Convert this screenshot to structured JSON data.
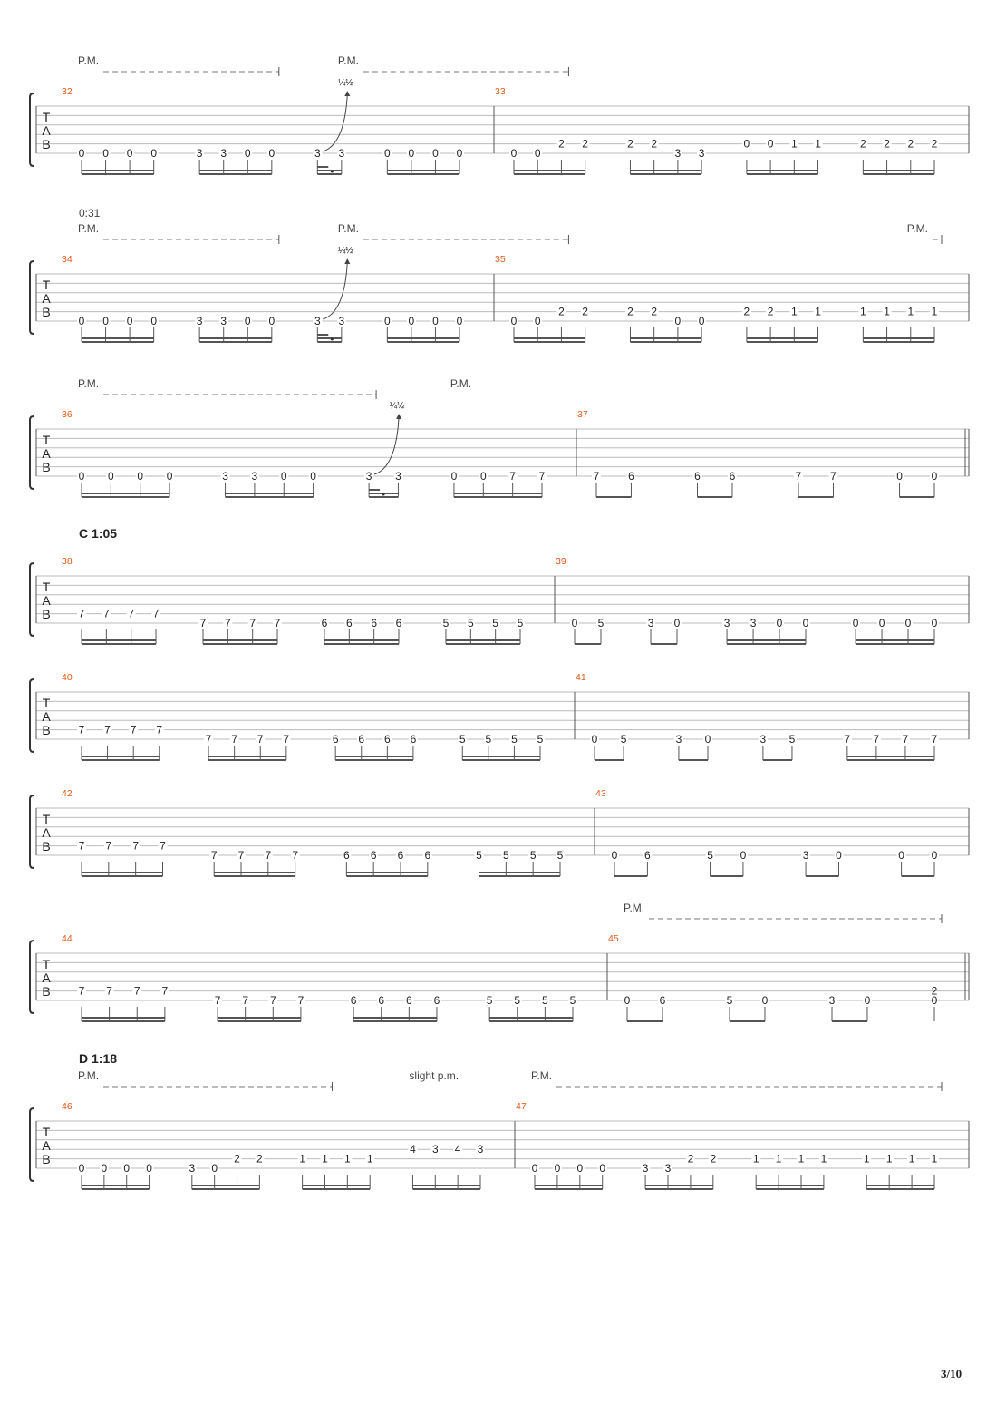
{
  "page_number": "3/10",
  "time_markers": [
    {
      "text": "0:31",
      "system": 1
    }
  ],
  "section_labels": [
    {
      "text": "C 1:05",
      "system": 3
    },
    {
      "text": "D 1:18",
      "system": 7
    }
  ],
  "tab_clef": [
    "T",
    "A",
    "B"
  ],
  "bend_label": "¼½",
  "systems": [
    {
      "measures": [
        {
          "number": "32",
          "notes": [
            [
              "0",
              6
            ],
            [
              "0",
              6
            ],
            [
              "0",
              6
            ],
            [
              "0",
              6
            ],
            [
              "3",
              6
            ],
            [
              "3",
              6
            ],
            [
              "0",
              6
            ],
            [
              "0",
              6
            ],
            [
              "3",
              6
            ],
            [
              "3",
              6
            ],
            [
              "0",
              6
            ],
            [
              "0",
              6
            ],
            [
              "0",
              6
            ],
            [
              "0",
              6
            ]
          ],
          "bend_note": 8
        },
        {
          "number": "33",
          "notes": [
            [
              "0",
              6
            ],
            [
              "0",
              6
            ],
            [
              "2",
              5
            ],
            [
              "2",
              5
            ],
            [
              "2",
              5
            ],
            [
              "2",
              5
            ],
            [
              "3",
              6
            ],
            [
              "3",
              6
            ],
            [
              "0",
              5
            ],
            [
              "0",
              5
            ],
            [
              "1",
              5
            ],
            [
              "1",
              5
            ],
            [
              "2",
              5
            ],
            [
              "2",
              5
            ],
            [
              "2",
              5
            ],
            [
              "2",
              5
            ]
          ]
        }
      ],
      "pm": [
        {
          "label": "P.M.",
          "system_measure": 0,
          "start": 0,
          "end": 7
        },
        {
          "label": "P.M.",
          "system_measure": 0,
          "start": 9,
          "end": 16
        }
      ]
    },
    {
      "measures": [
        {
          "number": "34",
          "notes": [
            [
              "0",
              6
            ],
            [
              "0",
              6
            ],
            [
              "0",
              6
            ],
            [
              "0",
              6
            ],
            [
              "3",
              6
            ],
            [
              "3",
              6
            ],
            [
              "0",
              6
            ],
            [
              "0",
              6
            ],
            [
              "3",
              6
            ],
            [
              "3",
              6
            ],
            [
              "0",
              6
            ],
            [
              "0",
              6
            ],
            [
              "0",
              6
            ],
            [
              "0",
              6
            ]
          ],
          "bend_note": 8
        },
        {
          "number": "35",
          "notes": [
            [
              "0",
              6
            ],
            [
              "0",
              6
            ],
            [
              "2",
              5
            ],
            [
              "2",
              5
            ],
            [
              "2",
              5
            ],
            [
              "2",
              5
            ],
            [
              "0",
              6
            ],
            [
              "0",
              6
            ],
            [
              "2",
              5
            ],
            [
              "2",
              5
            ],
            [
              "1",
              5
            ],
            [
              "1",
              5
            ],
            [
              "1",
              5
            ],
            [
              "1",
              5
            ],
            [
              "1",
              5
            ],
            [
              "1",
              5
            ]
          ]
        }
      ],
      "pm": [
        {
          "label": "P.M.",
          "start": 0,
          "end": 7
        },
        {
          "label": "P.M.",
          "start": 9,
          "end": 16
        },
        {
          "label": "P.M.",
          "start": 28,
          "end": 29
        }
      ]
    },
    {
      "measures": [
        {
          "number": "36",
          "notes": [
            [
              "0",
              6
            ],
            [
              "0",
              6
            ],
            [
              "0",
              6
            ],
            [
              "0",
              6
            ],
            [
              "3",
              6
            ],
            [
              "3",
              6
            ],
            [
              "0",
              6
            ],
            [
              "0",
              6
            ],
            [
              "3",
              6
            ],
            [
              "3",
              6
            ],
            [
              "0",
              6
            ],
            [
              "0",
              6
            ],
            [
              "7",
              6
            ],
            [
              "7",
              6
            ]
          ],
          "bend_note": 8
        },
        {
          "number": "37",
          "notes": [
            [
              "7",
              6
            ],
            [
              "6",
              6
            ],
            [
              "6",
              6
            ],
            [
              "6",
              6
            ],
            [
              "7",
              6
            ],
            [
              "7",
              6
            ],
            [
              "0",
              6
            ],
            [
              "0",
              6
            ]
          ]
        }
      ],
      "pm": [
        {
          "label": "P.M.",
          "start": 0,
          "end": 8
        },
        {
          "label": "P.M.",
          "start": 10,
          "end": -1
        }
      ]
    },
    {
      "measures": [
        {
          "number": "38",
          "notes": [
            [
              "7",
              5
            ],
            [
              "7",
              5
            ],
            [
              "7",
              5
            ],
            [
              "7",
              5
            ],
            [
              "7",
              6
            ],
            [
              "7",
              6
            ],
            [
              "7",
              6
            ],
            [
              "7",
              6
            ],
            [
              "6",
              6
            ],
            [
              "6",
              6
            ],
            [
              "6",
              6
            ],
            [
              "6",
              6
            ],
            [
              "5",
              6
            ],
            [
              "5",
              6
            ],
            [
              "5",
              6
            ],
            [
              "5",
              6
            ]
          ]
        },
        {
          "number": "39",
          "notes": [
            [
              "0",
              6
            ],
            [
              "5",
              6
            ],
            [
              "3",
              6
            ],
            [
              "0",
              6
            ],
            [
              "3",
              6
            ],
            [
              "3",
              6
            ],
            [
              "0",
              6
            ],
            [
              "0",
              6
            ],
            [
              "0",
              6
            ],
            [
              "0",
              6
            ],
            [
              "0",
              6
            ],
            [
              "0",
              6
            ]
          ]
        }
      ],
      "pm": []
    },
    {
      "measures": [
        {
          "number": "40",
          "notes": [
            [
              "7",
              5
            ],
            [
              "7",
              5
            ],
            [
              "7",
              5
            ],
            [
              "7",
              5
            ],
            [
              "7",
              6
            ],
            [
              "7",
              6
            ],
            [
              "7",
              6
            ],
            [
              "7",
              6
            ],
            [
              "6",
              6
            ],
            [
              "6",
              6
            ],
            [
              "6",
              6
            ],
            [
              "6",
              6
            ],
            [
              "5",
              6
            ],
            [
              "5",
              6
            ],
            [
              "5",
              6
            ],
            [
              "5",
              6
            ]
          ]
        },
        {
          "number": "41",
          "notes": [
            [
              "0",
              6
            ],
            [
              "5",
              6
            ],
            [
              "3",
              6
            ],
            [
              "0",
              6
            ],
            [
              "3",
              6
            ],
            [
              "5",
              6
            ],
            [
              "7",
              6
            ],
            [
              "7",
              6
            ],
            [
              "7",
              6
            ],
            [
              "7",
              6
            ]
          ]
        }
      ],
      "pm": []
    },
    {
      "measures": [
        {
          "number": "42",
          "notes": [
            [
              "7",
              5
            ],
            [
              "7",
              5
            ],
            [
              "7",
              5
            ],
            [
              "7",
              5
            ],
            [
              "7",
              6
            ],
            [
              "7",
              6
            ],
            [
              "7",
              6
            ],
            [
              "7",
              6
            ],
            [
              "6",
              6
            ],
            [
              "6",
              6
            ],
            [
              "6",
              6
            ],
            [
              "6",
              6
            ],
            [
              "5",
              6
            ],
            [
              "5",
              6
            ],
            [
              "5",
              6
            ],
            [
              "5",
              6
            ]
          ]
        },
        {
          "number": "43",
          "notes": [
            [
              "0",
              6
            ],
            [
              "6",
              6
            ],
            [
              "5",
              6
            ],
            [
              "0",
              6
            ],
            [
              "3",
              6
            ],
            [
              "0",
              6
            ],
            [
              "0",
              6
            ],
            [
              "0",
              6
            ]
          ]
        }
      ],
      "pm": []
    },
    {
      "measures": [
        {
          "number": "44",
          "notes": [
            [
              "7",
              5
            ],
            [
              "7",
              5
            ],
            [
              "7",
              5
            ],
            [
              "7",
              5
            ],
            [
              "7",
              6
            ],
            [
              "7",
              6
            ],
            [
              "7",
              6
            ],
            [
              "7",
              6
            ],
            [
              "6",
              6
            ],
            [
              "6",
              6
            ],
            [
              "6",
              6
            ],
            [
              "6",
              6
            ],
            [
              "5",
              6
            ],
            [
              "5",
              6
            ],
            [
              "5",
              6
            ],
            [
              "5",
              6
            ]
          ]
        },
        {
          "number": "45",
          "notes": [
            [
              "0",
              6
            ],
            [
              "6",
              6
            ],
            [
              "5",
              6
            ],
            [
              "0",
              6
            ],
            [
              "3",
              6
            ],
            [
              "0",
              6
            ],
            [
              "0+2",
              6
            ]
          ]
        }
      ],
      "pm": [
        {
          "label": "P.M.",
          "start": 16,
          "end": 22
        }
      ]
    },
    {
      "measures": [
        {
          "number": "46",
          "notes": [
            [
              "0",
              6
            ],
            [
              "0",
              6
            ],
            [
              "0",
              6
            ],
            [
              "0",
              6
            ],
            [
              "3",
              6
            ],
            [
              "0",
              6
            ],
            [
              "2",
              5
            ],
            [
              "2",
              5
            ],
            [
              "1",
              5
            ],
            [
              "1",
              5
            ],
            [
              "1",
              5
            ],
            [
              "1",
              5
            ],
            [
              "4",
              4
            ],
            [
              "3",
              4
            ],
            [
              "4",
              4
            ],
            [
              "3",
              4
            ]
          ]
        },
        {
          "number": "47",
          "notes": [
            [
              "0",
              6
            ],
            [
              "0",
              6
            ],
            [
              "0",
              6
            ],
            [
              "0",
              6
            ],
            [
              "3",
              6
            ],
            [
              "3",
              6
            ],
            [
              "2",
              5
            ],
            [
              "2",
              5
            ],
            [
              "1",
              5
            ],
            [
              "1",
              5
            ],
            [
              "1",
              5
            ],
            [
              "1",
              5
            ],
            [
              "1",
              5
            ],
            [
              "1",
              5
            ],
            [
              "1",
              5
            ],
            [
              "1",
              5
            ]
          ]
        }
      ],
      "pm": [
        {
          "label": "P.M.",
          "start": 0,
          "end": 9
        },
        {
          "label": "slight p.m.",
          "start": 12,
          "end": -1,
          "text_only": true
        },
        {
          "label": "P.M.",
          "start": 16,
          "end": 31
        }
      ]
    }
  ]
}
